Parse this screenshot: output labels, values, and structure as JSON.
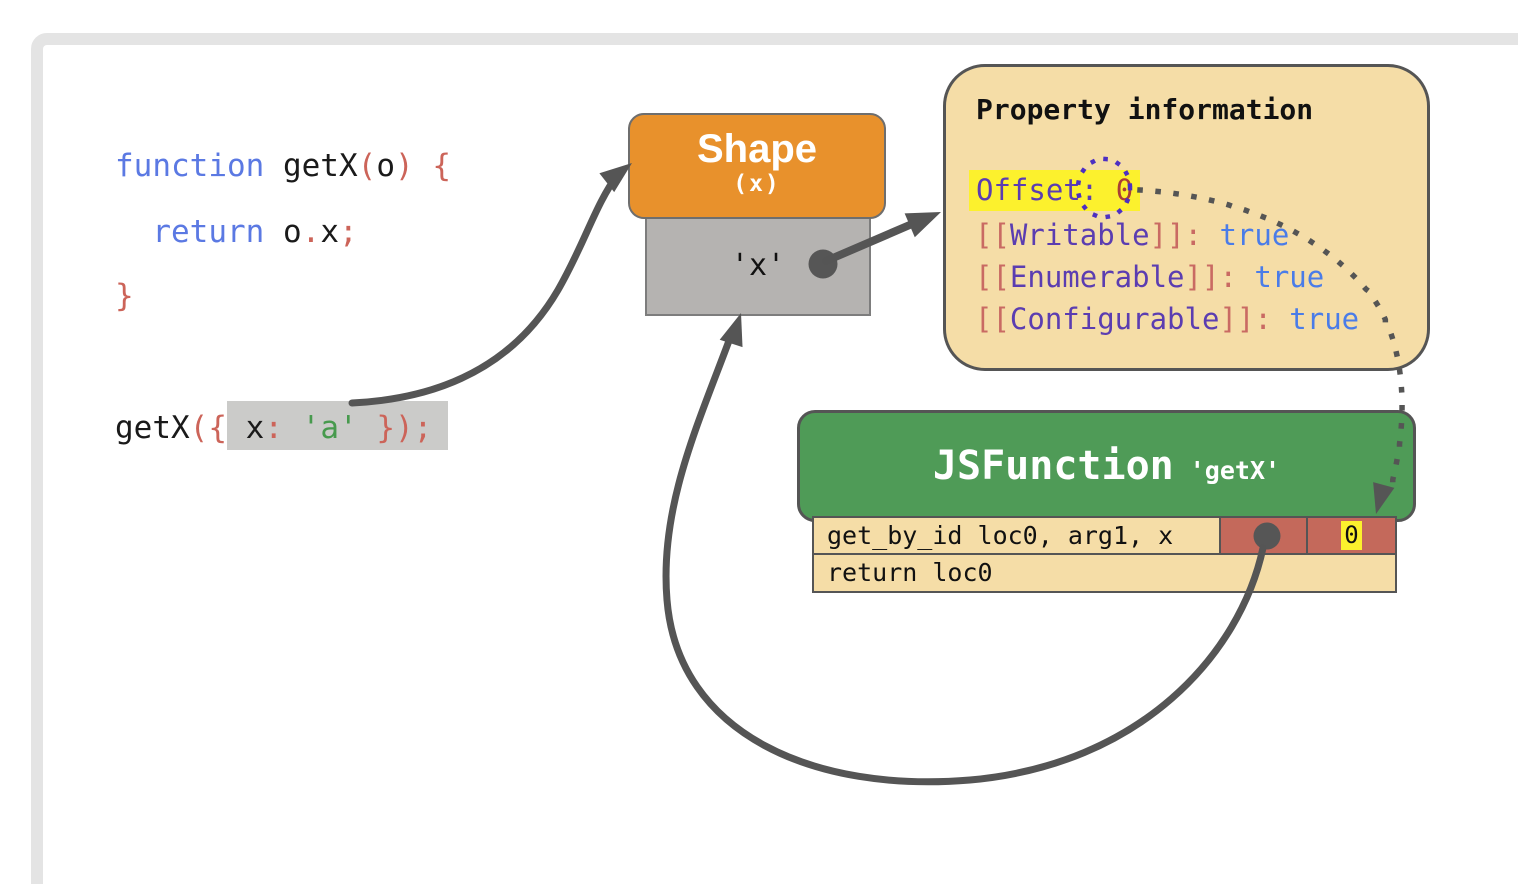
{
  "colors": {
    "frame_gray": "#e4e4e4",
    "shape_box_orange": "#e8912c",
    "slot_gray": "#b5b3b1",
    "property_box_tan": "#f5dda7",
    "jsfunction_green": "#4f9b57",
    "bytecode_cell_red": "#c4695b",
    "highlight_yellow": "#fcf12d",
    "code_highlight_gray": "#cbcbc9",
    "arrow_gray": "#555555",
    "keyword_blue": "#5b79e3",
    "punctuation_salmon": "#cc6459",
    "string_green": "#479a4d",
    "property_name_purple": "#5b3db1",
    "property_value_blue": "#4a7ce8",
    "offset_value_red": "#a93f35"
  },
  "code": {
    "l1_kw": "function",
    "l1_name": " getX",
    "l1_po": "(",
    "l1_param": "o",
    "l1_pc": ") ",
    "l1_brace": "{",
    "l2_indent_kw": "  return ",
    "l2_obj": "o",
    "l2_dot": ".",
    "l2_prop": "x",
    "l2_semi": ";",
    "l3_brace": "}",
    "l4_name": "getX",
    "l4_po": "(",
    "l4_bo": "{ ",
    "l4_key": "x",
    "l4_colon": ": ",
    "l4_str": "'a'",
    "l4_bc": " }",
    "l4_pc": ")",
    "l4_semi": ";"
  },
  "shape": {
    "title": "Shape",
    "subtitle": "(x)",
    "slot_label": "'x'"
  },
  "property_info": {
    "title": "Property information",
    "offset_label": "Offset: ",
    "offset_value": "0",
    "rows": [
      {
        "open": "[[",
        "name": "Writable",
        "close": "]]: ",
        "value": "true"
      },
      {
        "open": "[[",
        "name": "Enumerable",
        "close": "]]: ",
        "value": "true"
      },
      {
        "open": "[[",
        "name": "Configurable",
        "close": "]]: ",
        "value": "true"
      }
    ]
  },
  "jsfunction": {
    "title": "JSFunction",
    "name": "'getX'"
  },
  "bytecode": {
    "row1_text": "get_by_id loc0, arg1, x",
    "row1_offset_value": "0",
    "row2_text": "return loc0"
  }
}
